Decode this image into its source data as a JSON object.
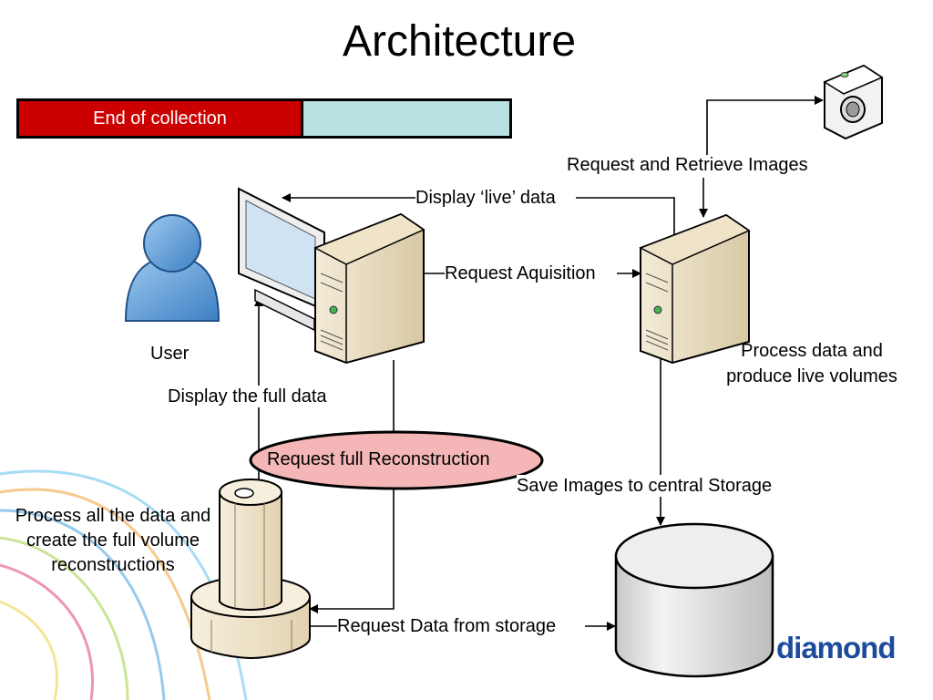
{
  "title": "Architecture",
  "progress": {
    "label": "End of collection",
    "fraction": 0.58,
    "done_color": "#cc0000",
    "rest_color": "#b9e0e0"
  },
  "labels": {
    "display_live": "Display ‘live’ data",
    "request_aquisition": "Request Aquisition",
    "request_retrieve": "Request and Retrieve Images",
    "process_live": "Process data and produce live volumes",
    "user": "User",
    "display_full": "Display the full data",
    "request_full": "Request full Reconstruction",
    "save_images": "Save Images to central Storage",
    "process_all": "Process all the data and create the full volume reconstructions",
    "request_storage": "Request Data from storage"
  },
  "icons": {
    "user": "user-icon",
    "workstation": "workstation-icon",
    "server": "server-icon",
    "camera": "camera-icon",
    "cluster": "cluster-icon",
    "storage": "storage-icon"
  },
  "logo": "diamond"
}
